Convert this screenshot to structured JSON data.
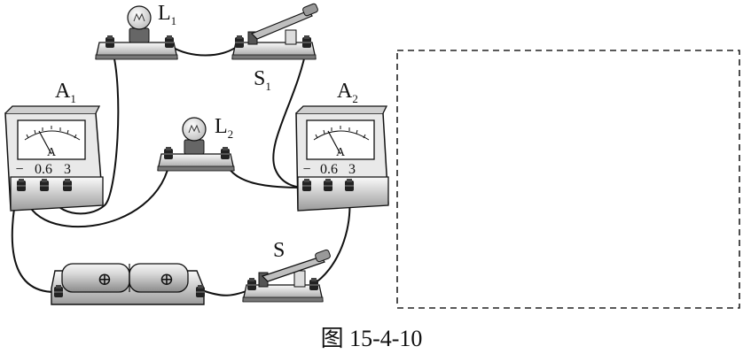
{
  "figure": {
    "caption": "图 15-4-10",
    "labels": {
      "L1": {
        "main": "L",
        "sub": "1"
      },
      "L2": {
        "main": "L",
        "sub": "2"
      },
      "S1": {
        "main": "S",
        "sub": "1"
      },
      "S": {
        "main": "S"
      },
      "A1": {
        "main": "A",
        "sub": "1"
      },
      "A2": {
        "main": "A",
        "sub": "2"
      }
    },
    "ammeter": {
      "face_letter": "A",
      "terminals": [
        "−",
        "0.6",
        "3"
      ]
    },
    "battery_symbol": "⊕"
  }
}
